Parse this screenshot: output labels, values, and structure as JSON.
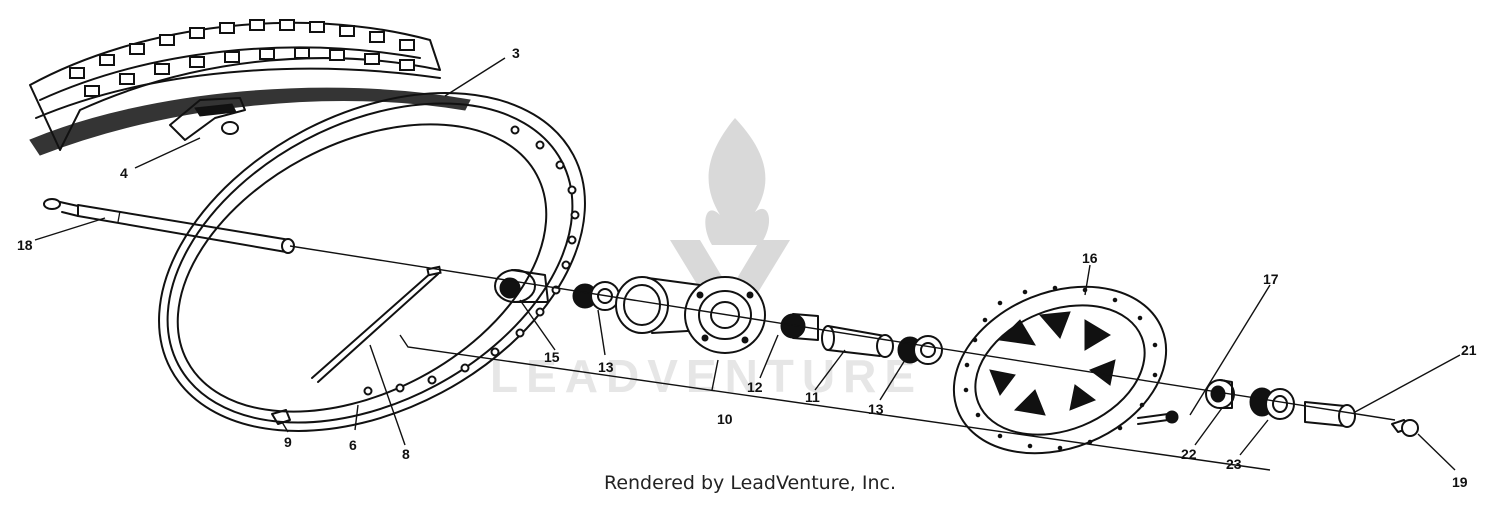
{
  "watermark": {
    "text": "LEADVENTURE"
  },
  "caption": "Rendered by LeadVenture, Inc.",
  "callouts": {
    "c3": "3",
    "c4": "4",
    "c6": "6",
    "c8": "8",
    "c9": "9",
    "c10": "10",
    "c11": "11",
    "c12": "12",
    "c13a": "13",
    "c13b": "13",
    "c15": "15",
    "c16": "16",
    "c17": "17",
    "c18": "18",
    "c19": "19",
    "c21": "21",
    "c22": "22",
    "c23": "23"
  }
}
